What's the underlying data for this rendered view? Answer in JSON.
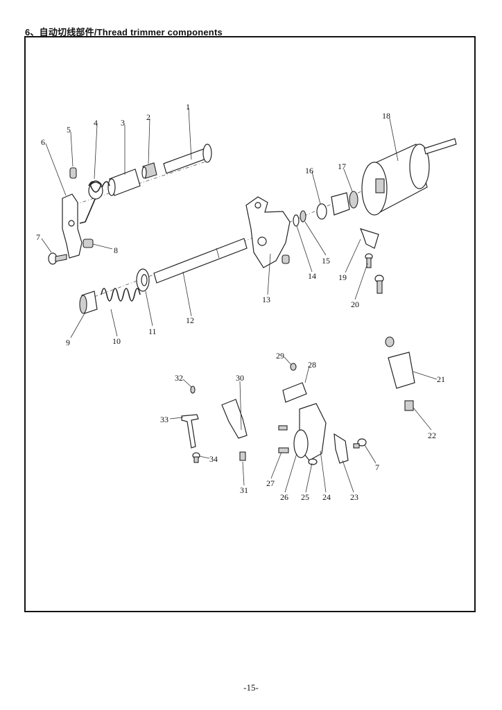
{
  "header": {
    "title": "6、自动切线部件/Thread  trimmer  components"
  },
  "footer": {
    "page_number": "-15-"
  },
  "callouts": {
    "p1": "1",
    "p2": "2",
    "p3": "3",
    "p4": "4",
    "p5": "5",
    "p6": "6",
    "p7a": "7",
    "p8": "8",
    "p9": "9",
    "p10": "10",
    "p11": "11",
    "p12": "12",
    "p13": "13",
    "p14": "14",
    "p15": "15",
    "p16": "16",
    "p17": "17",
    "p18": "18",
    "p19": "19",
    "p20": "20",
    "p21": "21",
    "p22": "22",
    "p23": "23",
    "p24": "24",
    "p25": "25",
    "p26": "26",
    "p27": "27",
    "p28": "28",
    "p29": "29",
    "p30": "30",
    "p31": "31",
    "p32": "32",
    "p33": "33",
    "p34": "34",
    "p7b": "7"
  }
}
